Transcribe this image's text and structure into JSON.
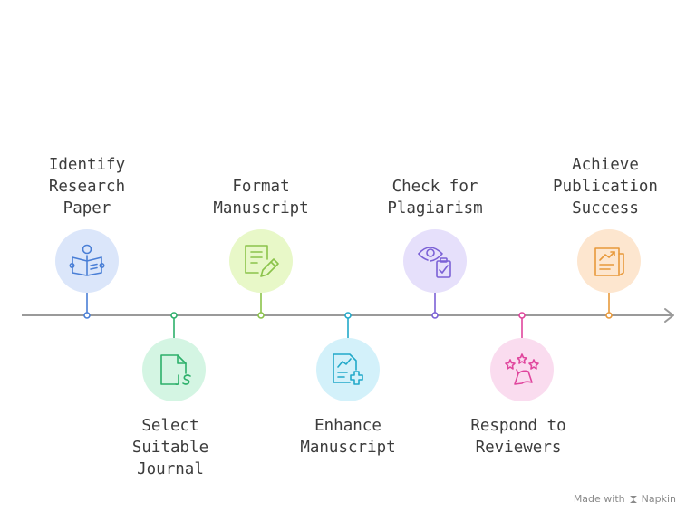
{
  "steps": [
    {
      "label": "Identify\nResearch\nPaper",
      "color": "#4a7fd6",
      "bg": "#dbe6fa",
      "icon": "reading-person-icon"
    },
    {
      "label": "Select\nSuitable\nJournal",
      "color": "#2db06b",
      "bg": "#d4f5e3",
      "icon": "js-file-icon"
    },
    {
      "label": "Format\nManuscript",
      "color": "#8bc34a",
      "bg": "#e8f8c8",
      "icon": "document-pencil-icon"
    },
    {
      "label": "Enhance\nManuscript",
      "color": "#22a9c9",
      "bg": "#d3f1fa",
      "icon": "document-chart-plus-icon"
    },
    {
      "label": "Check for\nPlagiarism",
      "color": "#7b61d6",
      "bg": "#e6e0fb",
      "icon": "eye-clipboard-icon"
    },
    {
      "label": "Respond to\nReviewers",
      "color": "#e0459d",
      "bg": "#fadcef",
      "icon": "stars-megaphone-icon"
    },
    {
      "label": "Achieve\nPublication\nSuccess",
      "color": "#e8993a",
      "bg": "#fde6cf",
      "icon": "document-growth-chart-icon"
    }
  ],
  "footer": {
    "made_with": "Made with",
    "brand": "Napkin"
  },
  "line_color": "#9a9a9a"
}
